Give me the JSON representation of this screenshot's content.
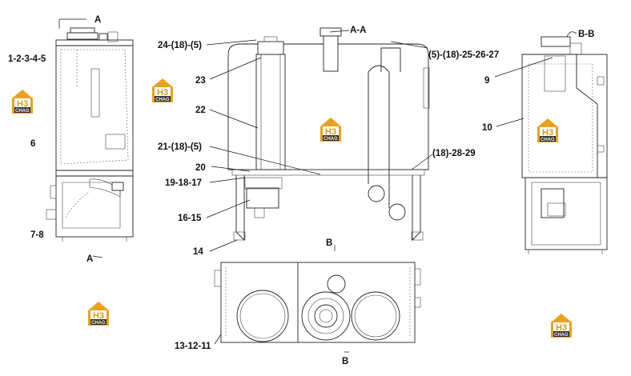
{
  "labels": {
    "a_top": "A",
    "a_bottom": "A",
    "aa": "A-A",
    "bb": "B-B",
    "b_top": "B",
    "b_bottom": "B",
    "l1": "1-2-3-4-5",
    "l6": "6",
    "l78": "7-8",
    "l24": "24-(18)-(5)",
    "l23": "23",
    "l22": "22",
    "l21": "21-(18)-(5)",
    "l20": "20",
    "l19": "19-18-17",
    "l16": "16-15",
    "l14": "14",
    "l5r": "(5)-(18)-25-26-27",
    "l18r": "(18)-28-29",
    "l9": "9",
    "l10": "10",
    "l13": "13-12-11"
  },
  "logo": {
    "mark": "H3",
    "word": "CHAG",
    "colors": {
      "orange": "#e8a21e",
      "dark": "#2d2d2d"
    }
  }
}
